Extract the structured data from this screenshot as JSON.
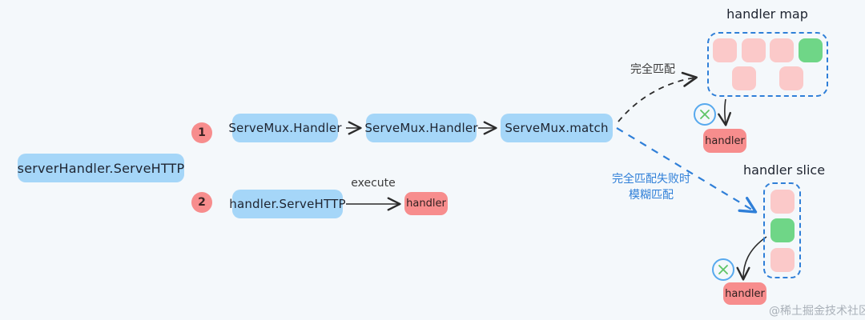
{
  "left_box": {
    "label": "serverHandler.ServeHTTP"
  },
  "flow1": {
    "badge": "1",
    "boxes": [
      "ServeMux.Handler",
      "ServeMux.Handler",
      "ServeMux.match"
    ]
  },
  "flow2": {
    "badge": "2",
    "box": "handler.ServeHTTP",
    "arrow_label": "execute",
    "handler_label": "handler"
  },
  "handler_map": {
    "title": "handler map",
    "cells": [
      "pink",
      "pink",
      "pink",
      "green",
      "pink",
      "pink"
    ],
    "arrow_label": "完全匹配",
    "handler_label": "handler"
  },
  "handler_slice": {
    "title": "handler slice",
    "cells": [
      "pink",
      "green",
      "pink"
    ],
    "arrow_label_line1": "完全匹配失败时",
    "arrow_label_line2": "模糊匹配",
    "handler_label": "handler"
  },
  "watermark": "@稀土掘金技术社区",
  "colors": {
    "background": "#f4f8fb",
    "blue_box": "#a5d6f8",
    "red_box": "#f78d8d",
    "pink_cell": "#fbc9c9",
    "green_cell": "#6fd687",
    "dashed_blue": "#2f7fd8",
    "ink": "#1e2430",
    "watermark_gray": "#a9b0b8"
  }
}
